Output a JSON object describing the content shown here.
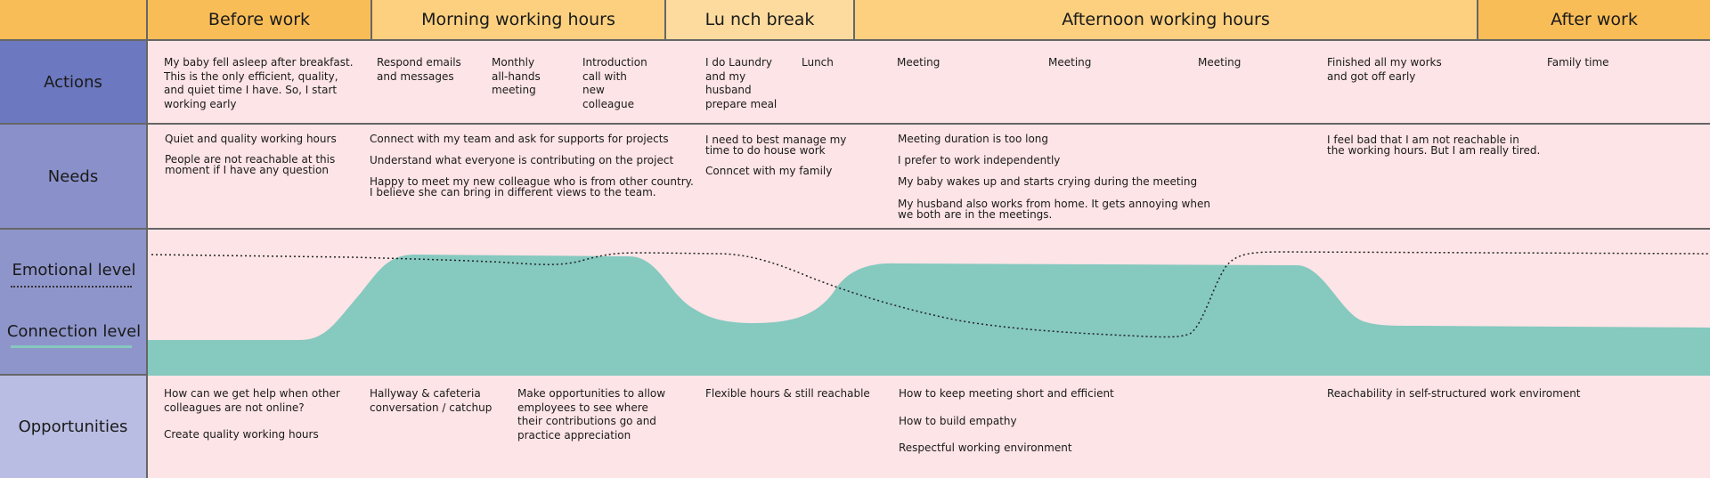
{
  "phases": [
    {
      "label": "Before work"
    },
    {
      "label": "Morning working hours"
    },
    {
      "label": "Lu nch break"
    },
    {
      "label": "Afternoon working hours"
    },
    {
      "label": "After work"
    }
  ],
  "rows": {
    "actions": "Actions",
    "needs": "Needs",
    "emotional": "Emotional level",
    "connection": "Connection level",
    "opportunities": "Opportunities"
  },
  "actions": [
    "My baby fell asleep after breakfast.\nThis is the only efficient, quality,\nand quiet time I have. So, I start\nworking early",
    "Respond emails\nand messages",
    "Monthly\nall-hands\nmeeting",
    "Introduction\ncall with\nnew\ncolleague",
    "I do Laundry\nand my\nhusband\nprepare meal",
    "Lunch",
    "Meeting",
    "Meeting",
    "Meeting",
    "Finished all my works\nand got off early",
    "Family time"
  ],
  "needs": [
    "Quiet and quality working hours",
    "People are not reachable at this\nmoment if I have any question",
    "Connect with my team and ask for supports for projects",
    "Understand what everyone is contributing on the project",
    "Happy to meet my new colleague who is from other country.\nI believe she can bring in different views to the team.",
    "I need to best manage my\ntime to do house work",
    "Conncet with my family",
    "Meeting duration is too long",
    "I prefer to work independently",
    "My baby wakes up and starts crying during the meeting",
    "My husband also works from home. It gets annoying when\nwe both are in the meetings.",
    "I feel bad that I am not reachable in\nthe working hours. But I am really tired."
  ],
  "opportunities": [
    "How can we get help when other\ncolleagues are not online?",
    "Create quality working hours",
    "Hallyway & cafeteria\nconversation / catchup",
    "Make opportunities to allow\nemployees to see where\ntheir contributions go and\npractice appreciation",
    "Flexible hours & still reachable",
    "How to keep meeting short and efficient",
    "How to build empathy",
    "Respectful working environment",
    "Reachability in self-structured work enviroment"
  ],
  "colors": {
    "header_dark": "#f9bd57",
    "header_mid": "#fcd07e",
    "header_light": "#fddb9e",
    "actions_label": "#6c78bf",
    "needs_label": "#8a91ca",
    "emotion_label": "#9aa0d2",
    "opportunities_label": "#b9bde3",
    "connection_fill": "#85c9bf",
    "background": "#fde4e6"
  }
}
